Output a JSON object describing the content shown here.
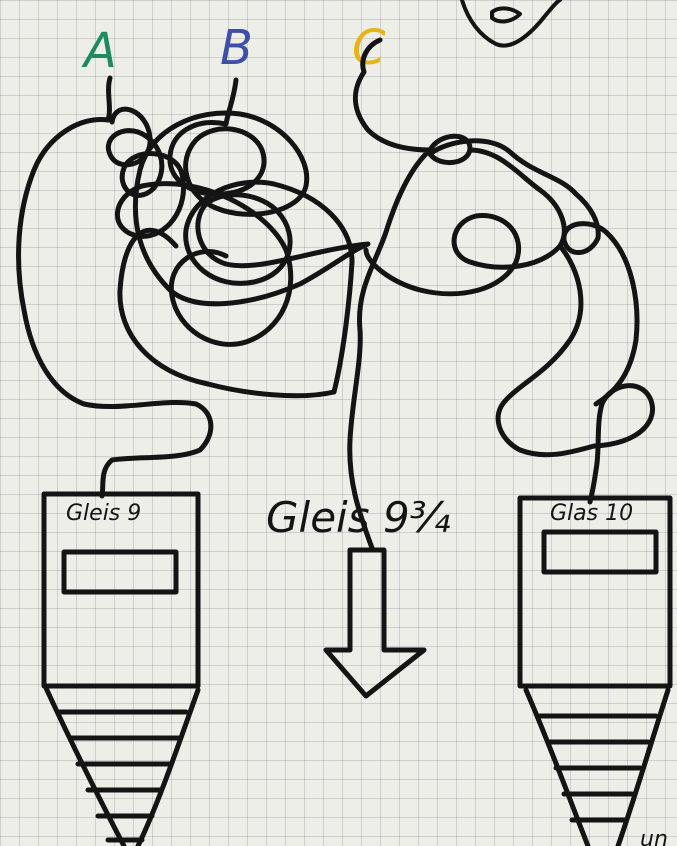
{
  "labels": {
    "a": "A",
    "b": "B",
    "c": "C",
    "track_left": "Gleis 9",
    "track_middle": "Gleis 9¾",
    "track_right": "Glas 10",
    "corner_scribble": "un"
  },
  "colors": {
    "a": "#1f8a5c",
    "b": "#3f4fa8",
    "c": "#e8b21a",
    "ink": "#141414",
    "paper": "#eeeee9"
  }
}
